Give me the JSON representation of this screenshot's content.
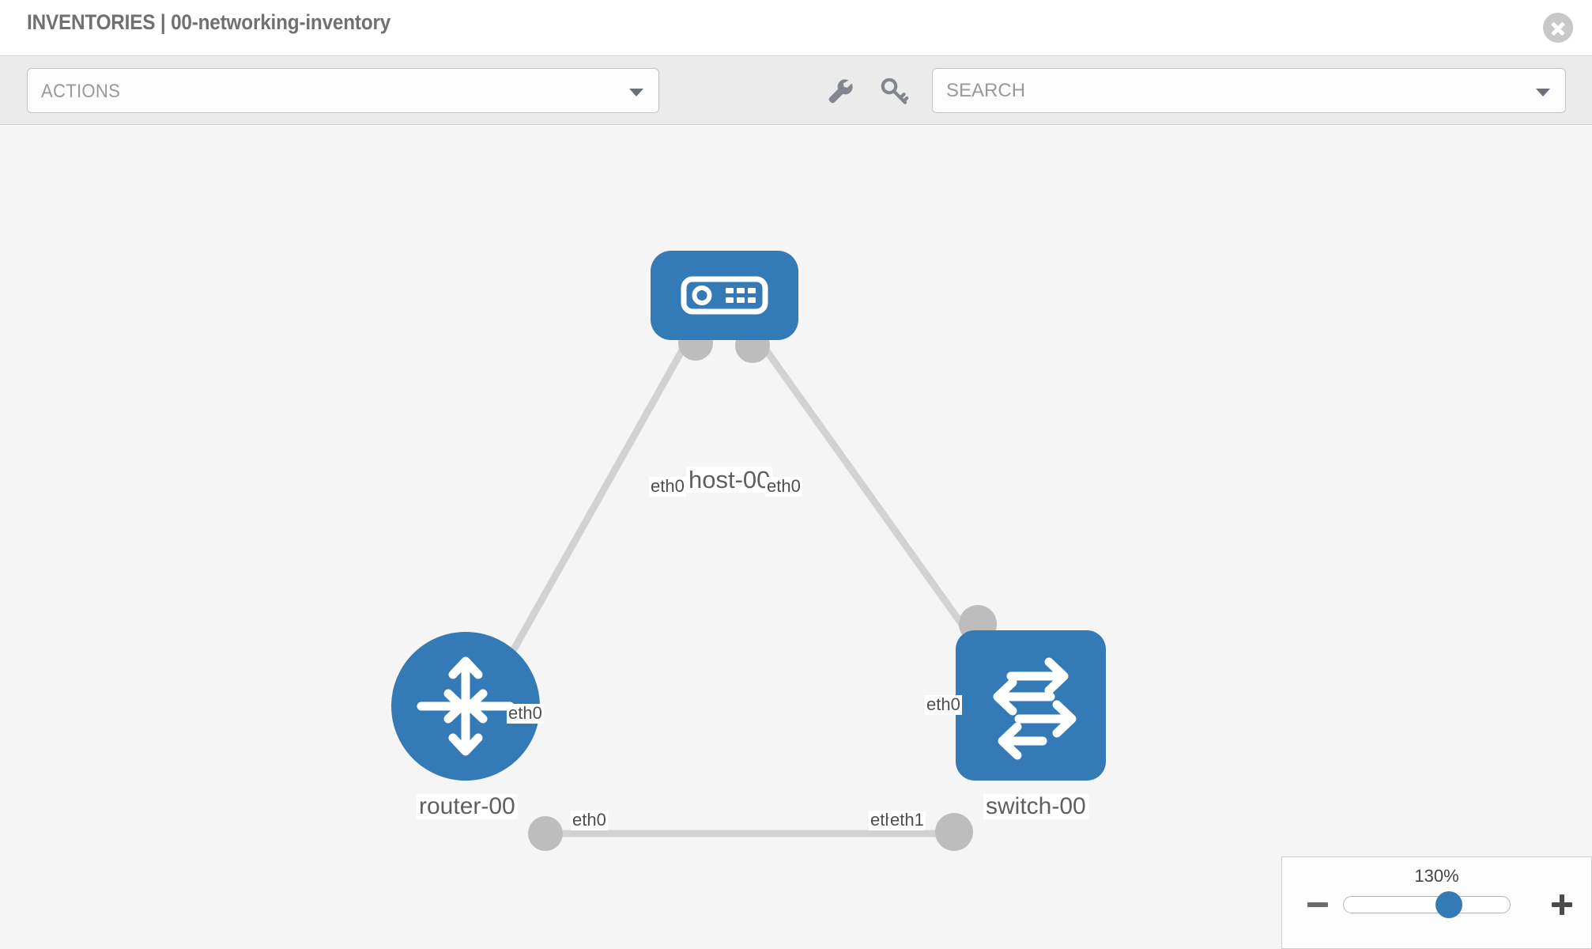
{
  "header": {
    "title": "INVENTORIES | 00-networking-inventory",
    "close_label": "close-icon"
  },
  "toolbar": {
    "actions_label": "ACTIONS",
    "actions_options": [
      "ACTIONS"
    ],
    "wrench_icon": "wrench-icon",
    "key_icon": "key-icon",
    "search_placeholder": "SEARCH",
    "search_value": ""
  },
  "topology": {
    "nodes": [
      {
        "id": "host-00",
        "label": "host-00",
        "type": "host",
        "icon": "server-icon"
      },
      {
        "id": "router-00",
        "label": "router-00",
        "type": "router",
        "icon": "router-arrows-icon"
      },
      {
        "id": "switch-00",
        "label": "switch-00",
        "type": "switch",
        "icon": "switch-arrows-icon"
      }
    ],
    "interfaces": {
      "host_left": "eth0",
      "host_right": "eth0",
      "router_up": "eth0",
      "switch_up": "eth0",
      "router_right": "eth0",
      "switch_left_back": "eth0",
      "switch_left_front": "eth1"
    },
    "links": [
      {
        "from": "host-00",
        "from_iface": "eth0",
        "to": "router-00",
        "to_iface": "eth0"
      },
      {
        "from": "host-00",
        "from_iface": "eth0",
        "to": "switch-00",
        "to_iface": "eth0"
      },
      {
        "from": "router-00",
        "from_iface": "eth0",
        "to": "switch-00",
        "to_iface": "eth1"
      }
    ]
  },
  "zoom": {
    "value_label": "130%",
    "minus_label": "minus-icon",
    "plus_label": "plus-icon",
    "slider_percent": 60
  },
  "colors": {
    "node_blue": "#337ab7",
    "canvas_bg": "#f5f5f5",
    "toolbar_bg": "#ebebeb",
    "link_gray": "#d2d2d2",
    "connector_gray": "#bdbdbd"
  }
}
